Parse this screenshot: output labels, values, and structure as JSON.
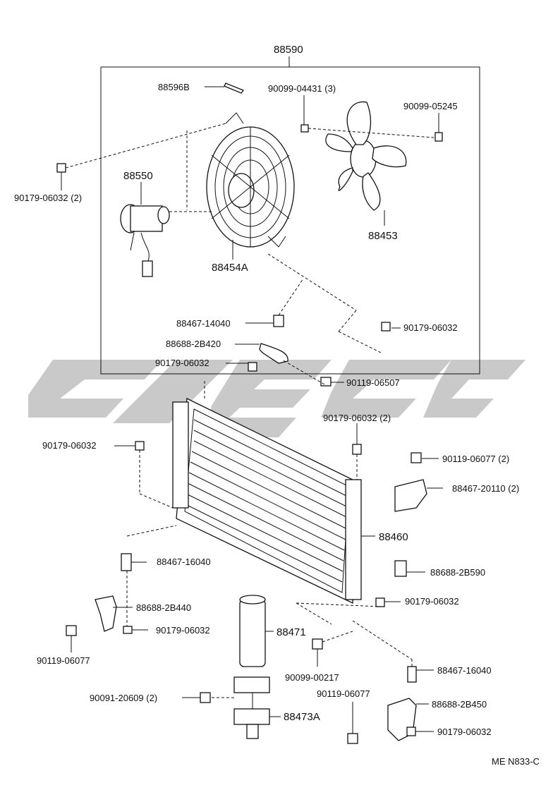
{
  "labels": {
    "assembly": "88590",
    "p88596B": "88596B",
    "p90099_04431": "90099-04431 (3)",
    "p90099_05245": "90099-05245",
    "p90179_06032_2_top": "90179-06032 (2)",
    "p88550": "88550",
    "p88453": "88453",
    "p88454A": "88454A",
    "p88467_14040": "88467-14040",
    "p88688_2B420": "88688-2B420",
    "p90179_06032_a": "90179-06032",
    "p90179_06032_b": "90179-06032",
    "p90119_06507": "90119-06507",
    "p90179_06032_2_mid": "90179-06032 (2)",
    "p90179_06032_c": "90179-06032",
    "p90119_06077_2": "90119-06077 (2)",
    "p88467_20110_2": "88467-20110 (2)",
    "p88460": "88460",
    "p88467_16040_a": "88467-16040",
    "p88688_2B590": "88688-2B590",
    "p88688_2B440": "88688-2B440",
    "p90179_06032_d": "90179-06032",
    "p90179_06032_e": "90179-06032",
    "p88471": "88471",
    "p90119_06077_a": "90119-06077",
    "p90099_00217": "90099-00217",
    "p88467_16040_b": "88467-16040",
    "p90091_20609": "90091-20609 (2)",
    "p90119_06077_b": "90119-06077",
    "p88688_2B450": "88688-2B450",
    "p88473A": "88473A",
    "p90179_06032_f": "90179-06032",
    "code": "ME N833-C"
  },
  "colors": {
    "line": "#111111",
    "watermark": "#c9c9c9"
  }
}
